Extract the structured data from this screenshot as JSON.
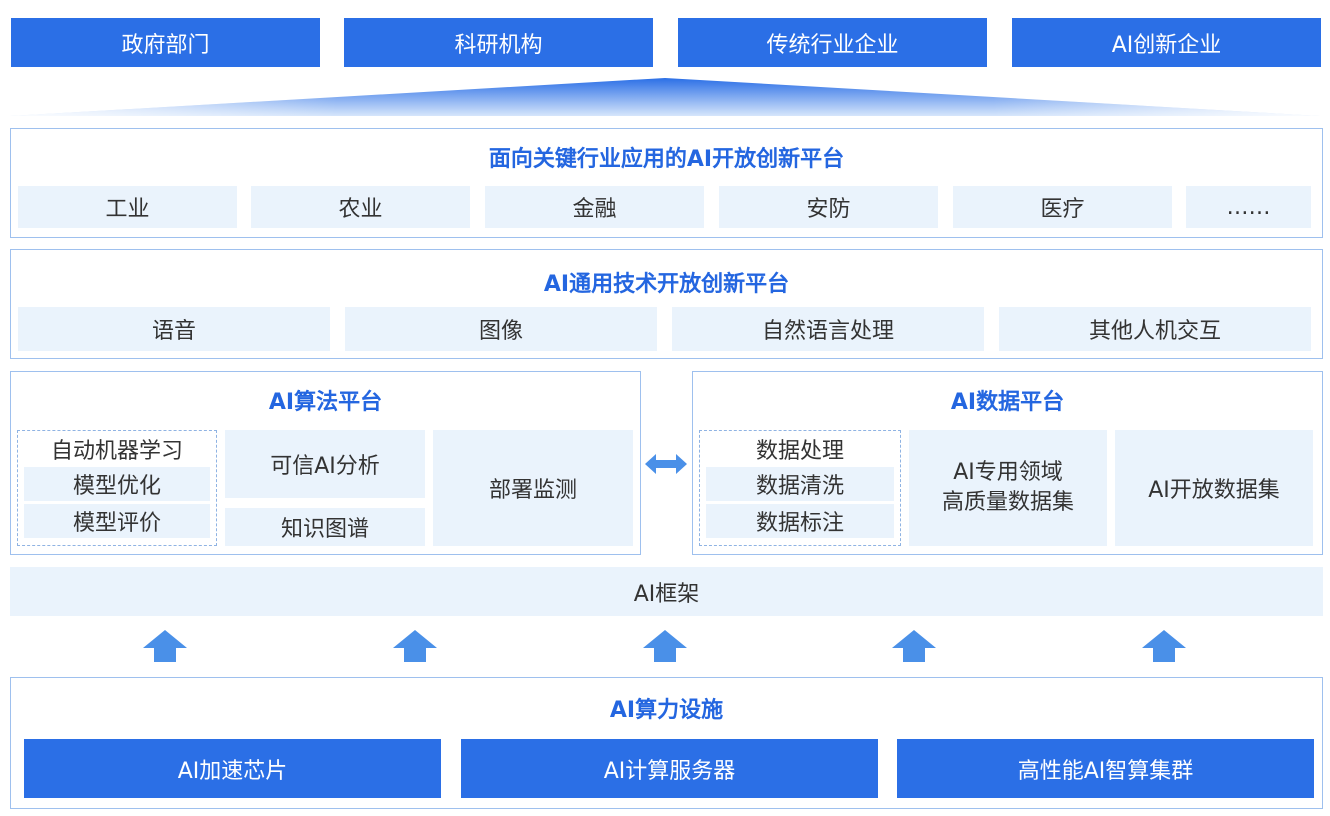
{
  "top_entities": [
    "政府部门",
    "科研机构",
    "传统行业企业",
    "AI创新企业"
  ],
  "industry_platform": {
    "title": "面向关键行业应用的AI开放创新平台",
    "items": [
      "工业",
      "农业",
      "金融",
      "安防",
      "医疗",
      "……"
    ]
  },
  "general_platform": {
    "title": "AI通用技术开放创新平台",
    "items": [
      "语音",
      "图像",
      "自然语言处理",
      "其他人机交互"
    ]
  },
  "algorithm_platform": {
    "title": "AI算法平台",
    "group": [
      "自动机器学习",
      "模型优化",
      "模型评价"
    ],
    "trusted": "可信AI分析",
    "knowledge": "知识图谱",
    "deploy": "部署监测"
  },
  "data_platform": {
    "title": "AI数据平台",
    "group": [
      "数据处理",
      "数据清洗",
      "数据标注"
    ],
    "dedicated_line1": "AI专用领域",
    "dedicated_line2": "高质量数据集",
    "open_dataset": "AI开放数据集"
  },
  "framework": "AI框架",
  "compute": {
    "title": "AI算力设施",
    "items": [
      "AI加速芯片",
      "AI计算服务器",
      "高性能AI智算集群"
    ]
  },
  "colors": {
    "primary": "#2b6fe6",
    "title_text": "#2466e0",
    "cell_bg": "#eaf3fc",
    "border": "#9ec0ee",
    "arrow": "#4a90e8"
  },
  "icons": {
    "bidirectional_arrow": "double-arrow-icon",
    "up_arrow": "up-arrow-icon"
  }
}
